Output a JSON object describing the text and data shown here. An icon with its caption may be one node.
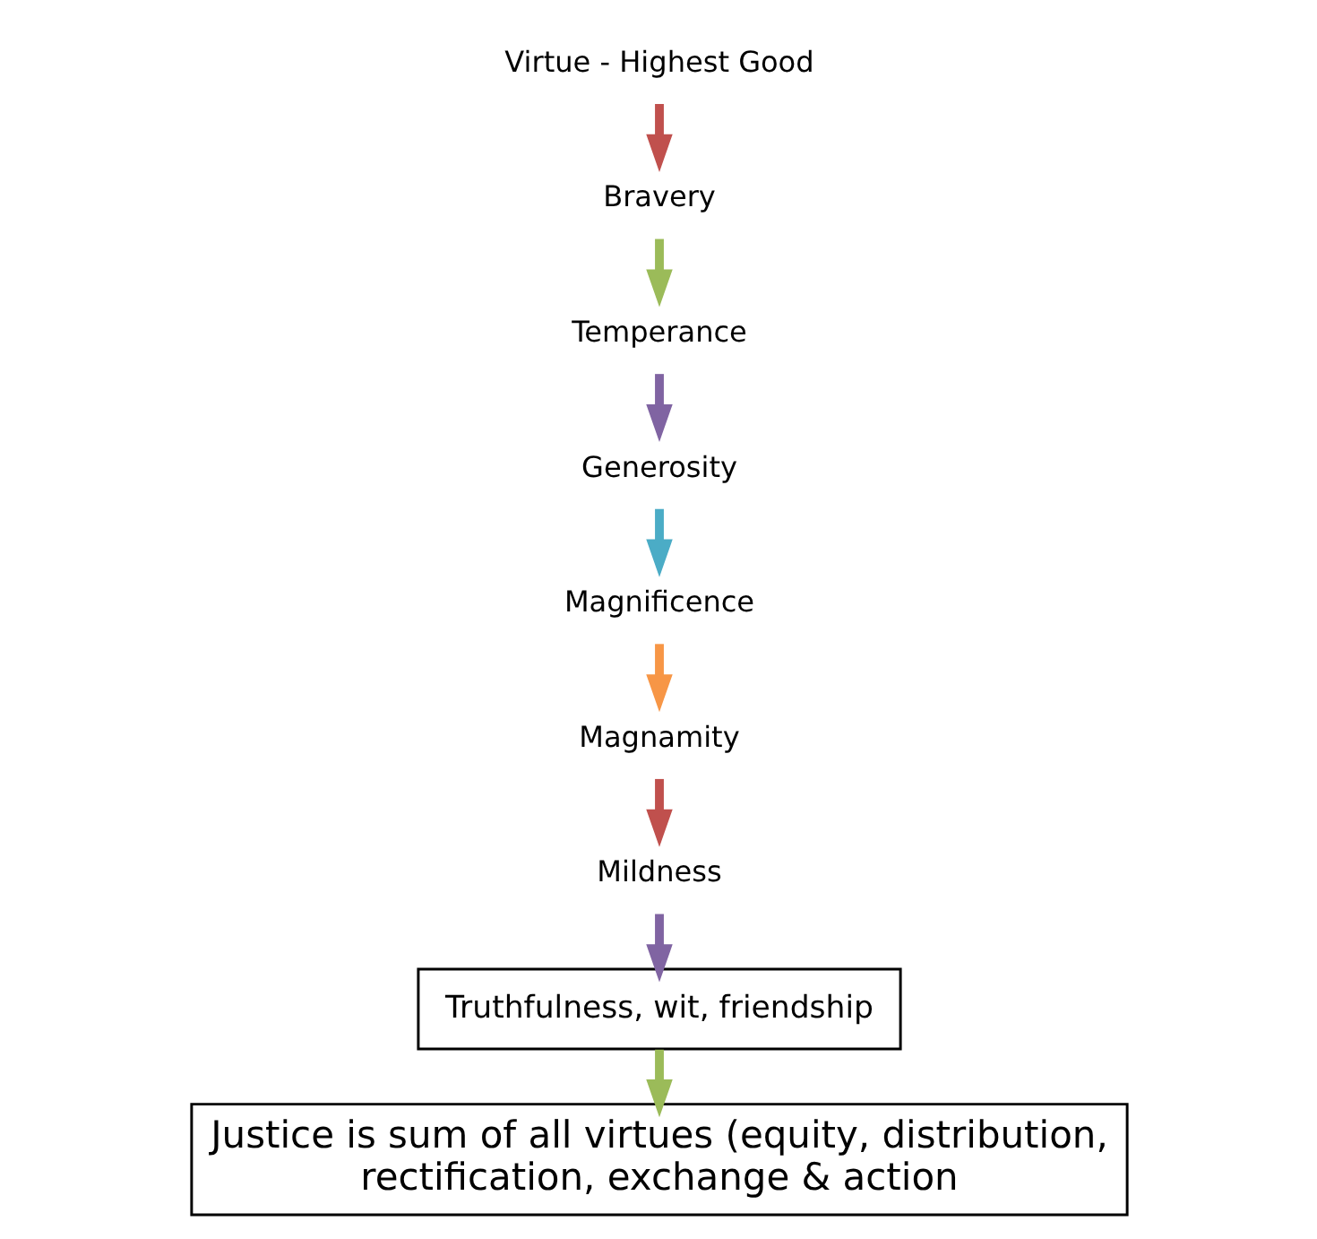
{
  "diagram": {
    "nodes": [
      {
        "text": [
          "Virtue - Highest Good"
        ]
      },
      {
        "text": [
          "Bravery"
        ]
      },
      {
        "text": [
          "Temperance"
        ]
      },
      {
        "text": [
          "Generosity"
        ]
      },
      {
        "text": [
          "Magnificence"
        ]
      },
      {
        "text": [
          "Magnamity"
        ]
      },
      {
        "text": [
          "Mildness"
        ]
      },
      {
        "text": [
          "Truthfulness, wit, friendship"
        ]
      },
      {
        "text": [
          "Justice is sum of all virtues (equity, distribution, rectification, exchange & action"
        ]
      }
    ],
    "edges": [
      {
        "from": 0,
        "to": 1,
        "arrow": "to",
        "color": "#c0504d"
      },
      {
        "from": 1,
        "to": 2,
        "arrow": "to",
        "color": "#9bbb59"
      },
      {
        "from": 2,
        "to": 3,
        "arrow": "to",
        "color": "#8064a2"
      },
      {
        "from": 3,
        "to": 4,
        "arrow": "to",
        "color": "#4bacc6"
      },
      {
        "from": 4,
        "to": 5,
        "arrow": "to",
        "color": "#f79646"
      },
      {
        "from": 5,
        "to": 6,
        "arrow": "to",
        "color": "#c0504d"
      },
      {
        "from": 6,
        "to": 7,
        "arrow": "to",
        "color": "#8064a2"
      },
      {
        "from": 7,
        "to": 8,
        "arrow": "to",
        "color": "#9bbb59"
      }
    ]
  }
}
